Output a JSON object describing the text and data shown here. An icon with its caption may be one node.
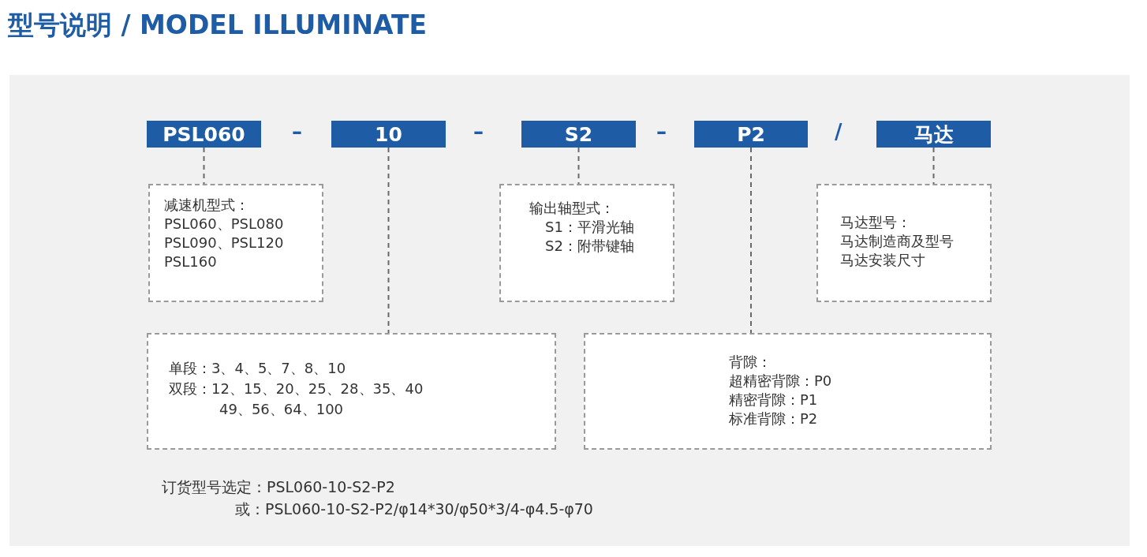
{
  "diagram": {
    "title": "型号说明 / MODEL ILLUMINATE",
    "nodes": [
      {
        "text": [
          "PSL060"
        ]
      },
      {
        "text": [
          "10"
        ]
      },
      {
        "text": [
          "S2"
        ]
      },
      {
        "text": [
          "P2"
        ]
      },
      {
        "text": [
          "马达"
        ]
      },
      {
        "text": [
          "减速机型式：",
          "PSL060、PSL080",
          "PSL090、PSL120",
          "PSL160"
        ]
      },
      {
        "text": [
          "输出轴型式：",
          "S1：平滑光轴",
          "S2：附带键轴"
        ]
      },
      {
        "text": [
          "马达型号：",
          "马达制造商及型号",
          "马达安装尺寸"
        ]
      },
      {
        "text": [
          "单段：3、4、5、7、8、10",
          "双段：12、15、20、25、28、35、40",
          "49、56、64、100"
        ]
      },
      {
        "text": [
          "背隙：",
          "超精密背隙：P0",
          "精密背隙：P1",
          "标准背隙：P2"
        ]
      }
    ],
    "edges": [
      {
        "from": 0,
        "to": 5,
        "arrow": "none",
        "style": "dashed"
      },
      {
        "from": 1,
        "to": 8,
        "arrow": "none",
        "style": "dashed"
      },
      {
        "from": 2,
        "to": 6,
        "arrow": "none",
        "style": "dashed"
      },
      {
        "from": 3,
        "to": 9,
        "arrow": "none",
        "style": "dashed"
      },
      {
        "from": 4,
        "to": 7,
        "arrow": "none",
        "style": "dashed"
      }
    ],
    "labels": [
      "–",
      "–",
      "–",
      "/",
      "订货型号选定：PSL060-10-S2-P2",
      "或：PSL060-10-S2-P2/φ14*30/φ50*3/4-φ4.5-φ70"
    ]
  }
}
